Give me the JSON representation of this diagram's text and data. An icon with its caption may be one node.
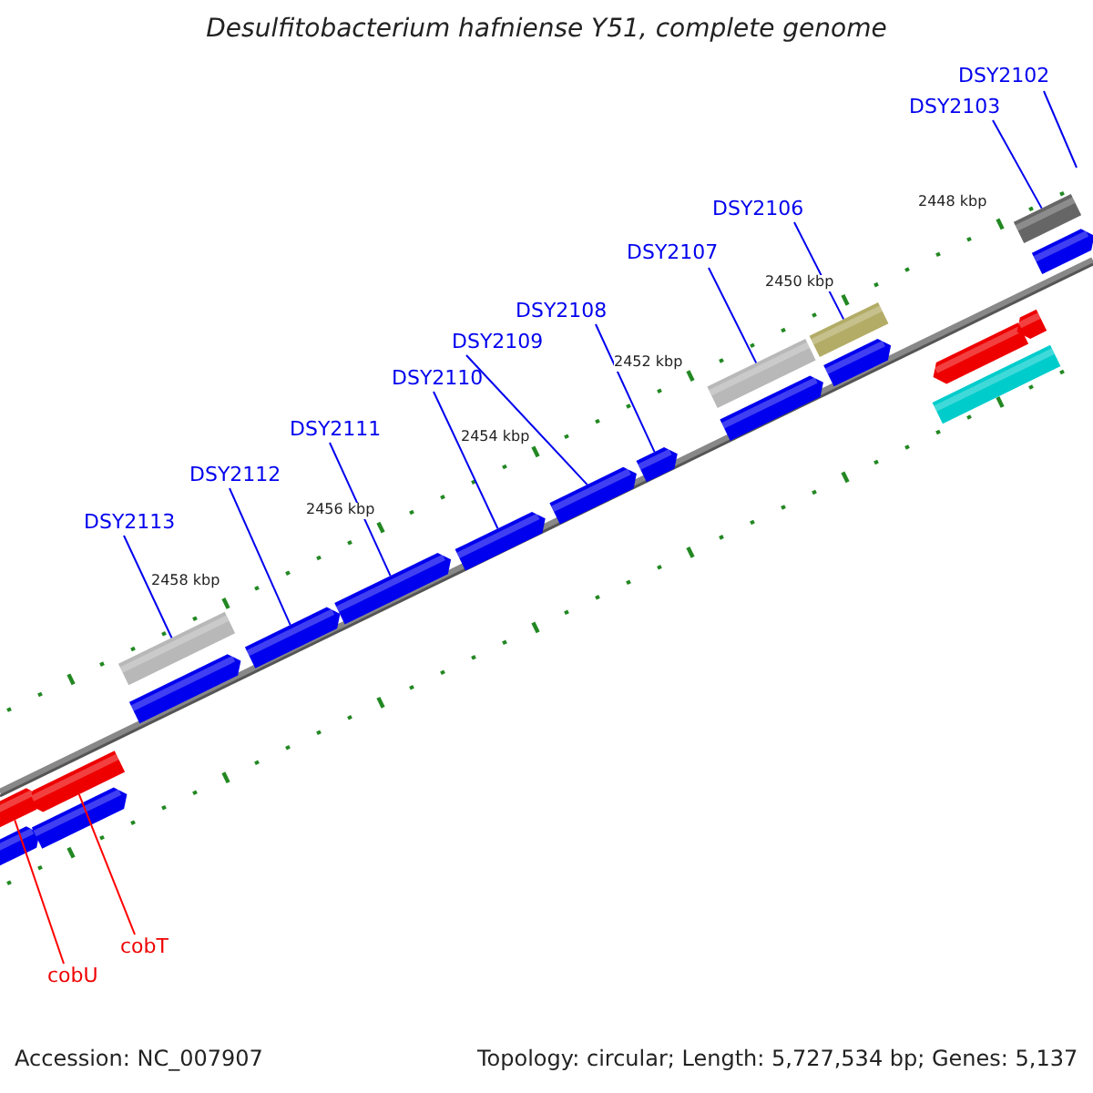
{
  "diagram": {
    "title": "Desulfitobacterium hafniense Y51, complete genome",
    "nodes": [
      {
        "text": [
          "DSY2102"
        ]
      },
      {
        "text": [
          "DSY2103"
        ]
      },
      {
        "text": [
          "DSY2106"
        ]
      },
      {
        "text": [
          "DSY2107"
        ]
      },
      {
        "text": [
          "DSY2108"
        ]
      },
      {
        "text": [
          "DSY2109"
        ]
      },
      {
        "text": [
          "DSY2110"
        ]
      },
      {
        "text": [
          "DSY2111"
        ]
      },
      {
        "text": [
          "DSY2112"
        ]
      },
      {
        "text": [
          "DSY2113"
        ]
      },
      {
        "text": [
          "cobT"
        ]
      },
      {
        "text": [
          "cobU"
        ]
      },
      {
        "text": [],
        "shape": "arrow"
      },
      {
        "text": [],
        "shape": "arrow"
      },
      {
        "text": [],
        "shape": "arrow"
      },
      {
        "text": [],
        "shape": "arrow"
      },
      {
        "text": [],
        "shape": "bar"
      },
      {
        "text": [],
        "shape": "arrow"
      },
      {
        "text": [],
        "shape": "arrow"
      },
      {
        "text": [],
        "shape": "arrow"
      },
      {
        "text": [],
        "shape": "arrow"
      },
      {
        "text": [],
        "shape": "arrow"
      },
      {
        "text": [],
        "shape": "arrow"
      },
      {
        "text": [],
        "shape": "bar"
      },
      {
        "text": [],
        "shape": "arrow"
      },
      {
        "text": [],
        "shape": "bar"
      },
      {
        "text": [],
        "shape": "arrow"
      },
      {
        "text": [],
        "shape": "arrow"
      },
      {
        "text": [],
        "shape": "bar"
      },
      {
        "text": [],
        "shape": "arrow"
      },
      {
        "text": [],
        "shape": "bar"
      },
      {
        "text": [],
        "shape": "arrow"
      }
    ],
    "edges": [
      {
        "from": 0,
        "to": null,
        "arrow": "none"
      },
      {
        "from": 1,
        "to": 30,
        "arrow": "none"
      },
      {
        "from": 2,
        "to": 25,
        "arrow": "none"
      },
      {
        "from": 3,
        "to": 23,
        "arrow": "none"
      },
      {
        "from": 4,
        "to": 22,
        "arrow": "none"
      },
      {
        "from": 5,
        "to": 21,
        "arrow": "none"
      },
      {
        "from": 6,
        "to": 20,
        "arrow": "none"
      },
      {
        "from": 7,
        "to": 19,
        "arrow": "none"
      },
      {
        "from": 8,
        "to": 18,
        "arrow": "none"
      },
      {
        "from": 9,
        "to": 16,
        "arrow": "none"
      },
      {
        "from": 10,
        "to": 14,
        "arrow": "none",
        "color": "#ff0000"
      },
      {
        "from": 11,
        "to": 13,
        "arrow": "none",
        "color": "#ff0000"
      }
    ],
    "labels": [
      "2448 kbp",
      "2450 kbp",
      "2452 kbp",
      "2454 kbp",
      "2456 kbp",
      "2458 kbp",
      "Accession: NC_007907",
      "Topology: circular; Length: 5,727,534 bp; Genes: 5,137"
    ]
  }
}
